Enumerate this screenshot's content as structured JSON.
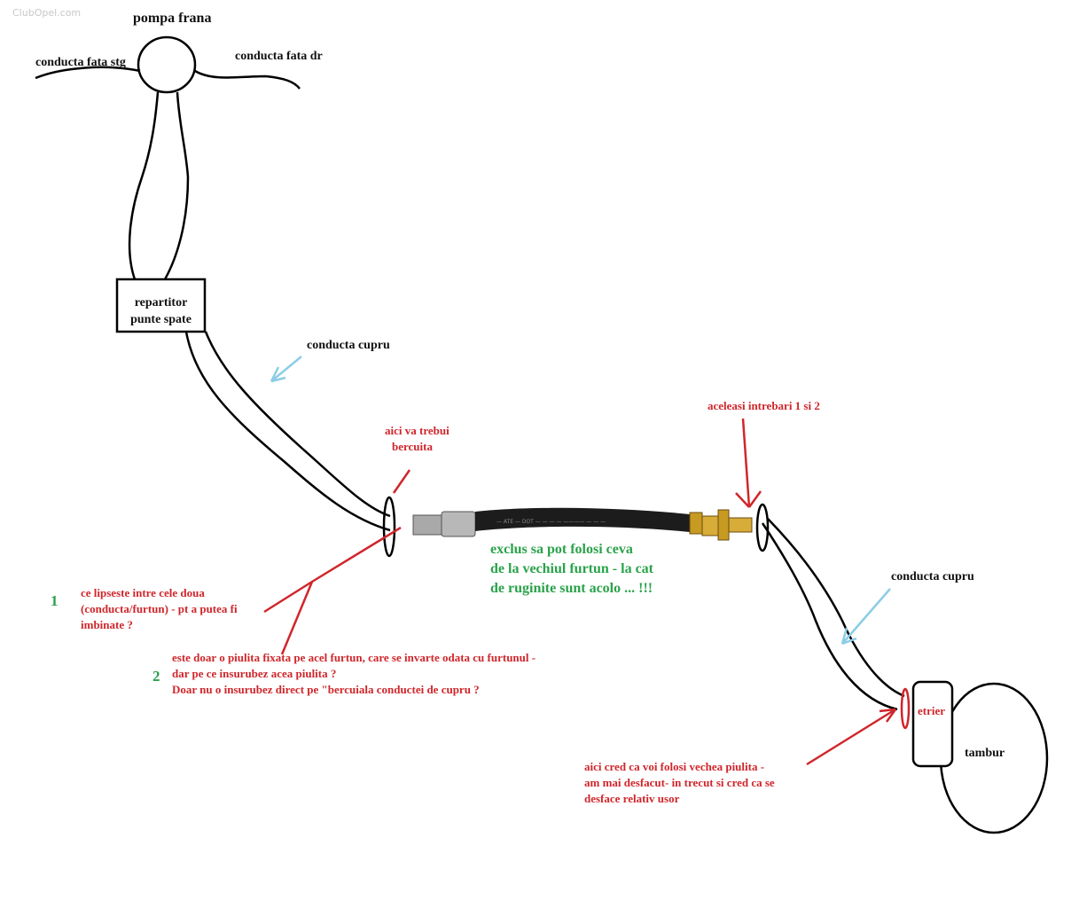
{
  "watermark": "ClubOpel.com",
  "labels": {
    "pompa": "pompa frana",
    "fata_stg": "conducta fata stg",
    "fata_dr": "conducta fata dr",
    "repartitor_l1": "repartitor",
    "repartitor_l2": "punte spate",
    "cupru_1": "conducta cupru",
    "cupru_2": "conducta cupru",
    "etrier": "etrier",
    "tambur": "tambur"
  },
  "notes": {
    "bercuita_l1": "aici va trebui",
    "bercuita_l2": "bercuita",
    "aceleasi": "aceleasi intrebari 1 si 2",
    "q1_num": "1",
    "q1_l1": "ce lipseste intre cele doua",
    "q1_l2": "(conducta/furtun) - pt a putea fi",
    "q1_l3": "imbinate ?",
    "q2_num": "2",
    "q2_l1": "este doar o piulita fixata pe acel furtun, care se invarte odata cu furtunul -",
    "q2_l2": "dar pe ce insurubez acea piulita ?",
    "q2_l3": "Doar nu o insurubez direct pe \"bercuiala conductei de cupru ?",
    "exclus_l1": "exclus sa pot folosi ceva",
    "exclus_l2": "de la vechiul furtun - la cat",
    "exclus_l3": "de ruginite sunt acolo ... !!!",
    "veche_l1": "aici cred ca voi folosi vechea piulita -",
    "veche_l2": "am mai desfacut- in trecut si cred ca se",
    "veche_l3": "desface relativ usor"
  },
  "colors": {
    "line": "#000000",
    "red": "#d0262b",
    "green": "#2aa24a",
    "arrow_blue": "#8ccde6",
    "hose": "#1c1c1c",
    "brass": "#c79a22",
    "steel": "#a9a9a9"
  }
}
